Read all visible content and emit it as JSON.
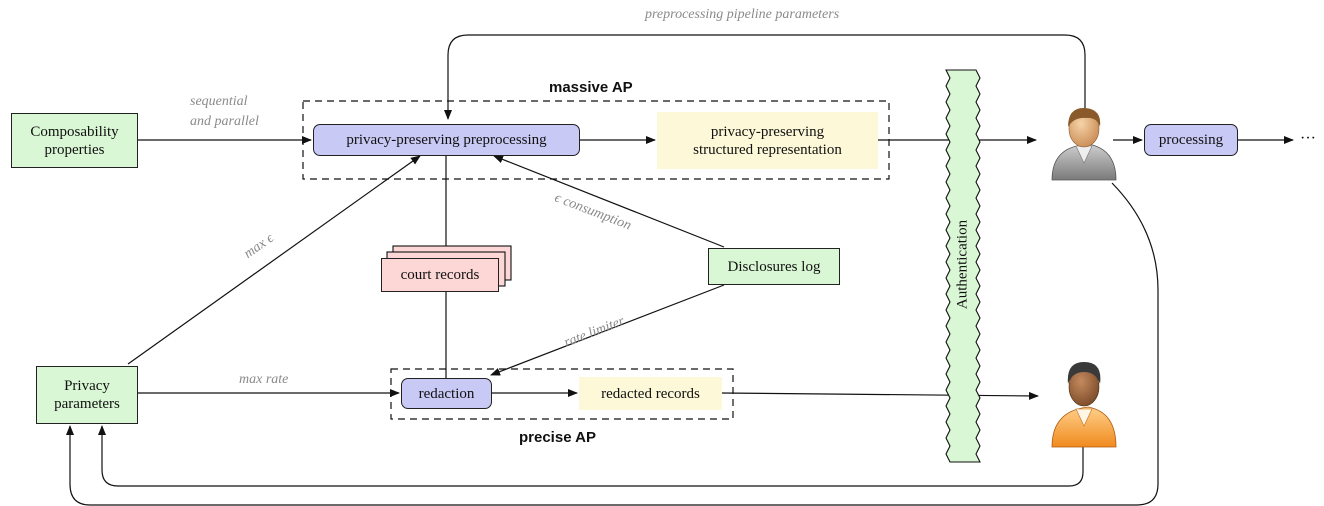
{
  "nodes": {
    "composability": "Composability\nproperties",
    "privacy_params": "Privacy\nparameters",
    "preprocessing": "privacy-preserving preprocessing",
    "structured": "privacy-preserving\nstructured representation",
    "court_records": "court records",
    "disclosures_log": "Disclosures log",
    "redaction": "redaction",
    "redacted_records": "redacted records",
    "processing": "processing",
    "authentication": "Authentication",
    "ellipsis": "···"
  },
  "groups": {
    "massive_ap": "massive AP",
    "precise_ap": "precise AP"
  },
  "edge_labels": {
    "pipeline_params": "preprocessing pipeline parameters",
    "sequential": "sequential",
    "parallel": "and parallel",
    "max_eps": "max ϵ",
    "eps_consumption": "ϵ consumption",
    "rate_limiter": "rate limiter",
    "max_rate": "max rate"
  },
  "colors": {
    "green_box": "#d9f7d4",
    "blue_box": "#c9c9f5",
    "yellow_box": "#fcf8d8",
    "pink_box": "#fdd6d6",
    "label_gray": "#8a8a8a"
  },
  "icons": {
    "analyst": "person-gray-suit-icon",
    "official": "person-orange-suit-icon"
  }
}
